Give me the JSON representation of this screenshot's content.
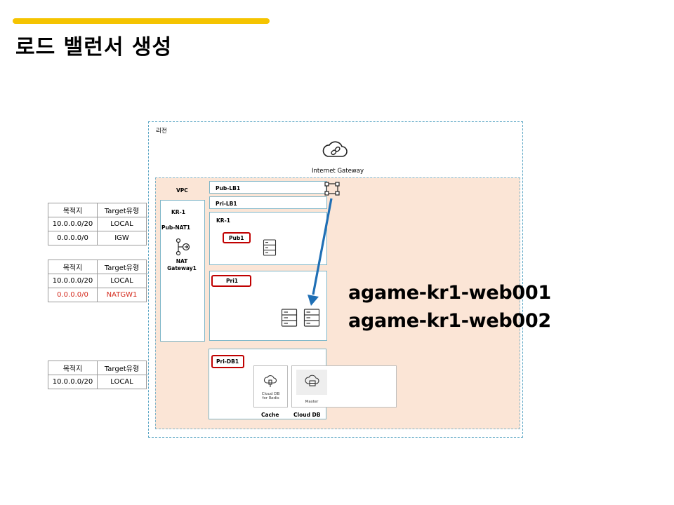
{
  "page": {
    "title": "로드 밸런서 생성"
  },
  "route_tables": [
    {
      "header": [
        "목적지",
        "Target유형"
      ],
      "rows": [
        [
          "10.0.0.0/20",
          "LOCAL"
        ],
        [
          "0.0.0.0/0",
          "IGW"
        ]
      ]
    },
    {
      "header": [
        "목적지",
        "Target유형"
      ],
      "rows": [
        [
          "10.0.0.0/20",
          "LOCAL"
        ],
        [
          "0.0.0.0/0",
          "NATGW1"
        ]
      ],
      "highlight_color": "#d42b1e"
    },
    {
      "header": [
        "목적지",
        "Target유형"
      ],
      "rows": [
        [
          "10.0.0.0/20",
          "LOCAL"
        ]
      ]
    }
  ],
  "diagram": {
    "region_label": "리전",
    "igw_label": "Internet Gateway",
    "vpc_label": "VPC",
    "az_left_label": "KR-1",
    "nat_subnet_label": "Pub-NAT1",
    "nat_gateway_label": "NAT\nGateway1",
    "pub_lb_label": "Pub-LB1",
    "pri_lb_label": "Pri-LB1",
    "az_right_label": "KR-1",
    "pub_subnet_label": "Pub1",
    "pri_subnet_label": "Pri1",
    "db_subnet_label": "Pri-DB1",
    "redis_label": "Cloud DB\nfor Redis",
    "master_label": "Master",
    "cache_label": "Cache",
    "clouddb_label": "Cloud DB",
    "server_names": [
      "agame-kr1-web001",
      "agame-kr1-web002"
    ],
    "colors": {
      "accent": "#f5c400",
      "arrow": "#1f6fb5",
      "highlight": "#c00000",
      "vpc_fill": "#fbe5d6",
      "border": "#5aa5c4"
    },
    "icons": [
      "cloud-link-icon",
      "load-balancer-icon",
      "server-icon",
      "nat-gateway-icon",
      "cloud-db-icon"
    ]
  }
}
